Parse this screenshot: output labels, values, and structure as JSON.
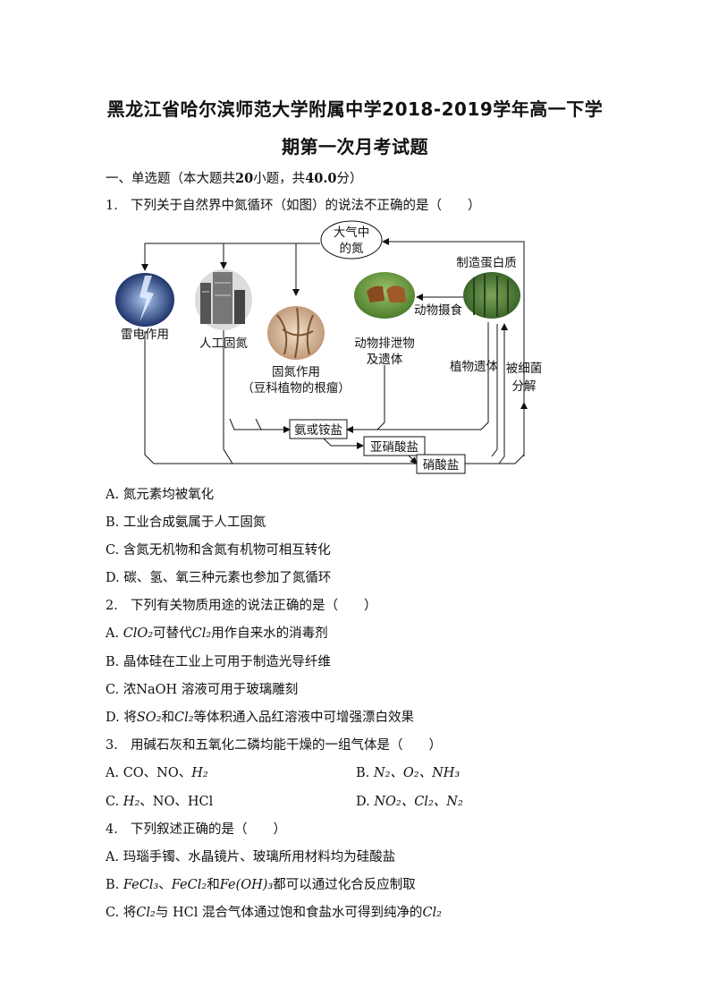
{
  "header": {
    "title_line1": "黑龙江省哈尔滨师范大学附属中学2018-2019学年高一下学",
    "title_line2": "期第一次月考试题"
  },
  "section": {
    "heading": "一、单选题（本大题共",
    "count": "20",
    "mid": "小题，共",
    "score": "40.0",
    "tail": "分）"
  },
  "diagram": {
    "atmosphere_1": "大气中",
    "atmosphere_2": "的氮",
    "lightning": "雷电作用",
    "artificial": "人工固氮",
    "fixation_1": "固氮作用",
    "fixation_2": "（豆科植物的根瘤）",
    "excretion_1": "动物排泄物",
    "excretion_2": "及遗体",
    "protein": "制造蛋白质",
    "feeding": "动物摄食",
    "plant_remains": "植物遗体",
    "bacteria_1": "被细菌",
    "bacteria_2": "分解",
    "ammonia": "氨或铵盐",
    "nitrite": "亚硝酸盐",
    "nitrate": "硝酸盐"
  },
  "questions": [
    {
      "num": "1.",
      "stem": "下列关于自然界中氮循环（如图）的说法不正确的是（　　）",
      "options": [
        "A.  氮元素均被氧化",
        "B.  工业合成氨属于人工固氮",
        "C.  含氮无机物和含氮有机物可相互转化",
        "D.  碳、氢、氧三种元素也参加了氮循环"
      ]
    },
    {
      "num": "2.",
      "stem": "下列有关物质用途的说法正确的是（　　）",
      "options": [
        {
          "a": "A.  ",
          "m1": "ClO₂",
          "b": "可替代",
          "m2": "Cl₂",
          "c": "用作自来水的消毒剂"
        },
        "B.  晶体硅在工业上可用于制造光导纤维",
        "C.  浓NaOH 溶液可用于玻璃雕刻",
        {
          "a": "D.  将",
          "m1": "SO₂",
          "b": "和",
          "m2": "Cl₂",
          "c": "等体积通入品红溶液中可增强漂白效果"
        }
      ]
    },
    {
      "num": "3.",
      "stem": "用碱石灰和五氧化二磷均能干燥的一组气体是（　　）",
      "options": [
        {
          "a": "A. CO、NO、",
          "m": "H₂"
        },
        {
          "a": "B.  ",
          "m": "N₂、O₂、NH₃"
        },
        {
          "a": "C.  ",
          "m": "H₂",
          "b": "、NO、HCl"
        },
        {
          "a": "D.  ",
          "m": "NO₂、Cl₂、N₂"
        }
      ]
    },
    {
      "num": "4.",
      "stem": "下列叙述正确的是（　　）",
      "options": [
        "A.  玛瑙手镯、水晶镜片、玻璃所用材料均为硅酸盐",
        {
          "a": "B.  ",
          "m1": "FeCl₃",
          "b": "、",
          "m2": "FeCl₂",
          "c": "和",
          "m3": "Fe(OH)₃",
          "d": "都可以通过化合反应制取"
        },
        {
          "a": "C.  将",
          "m1": "Cl₂",
          "b": "与 HCl 混合气体通过饱和食盐水可得到纯净的",
          "m2": "Cl₂"
        }
      ]
    }
  ]
}
